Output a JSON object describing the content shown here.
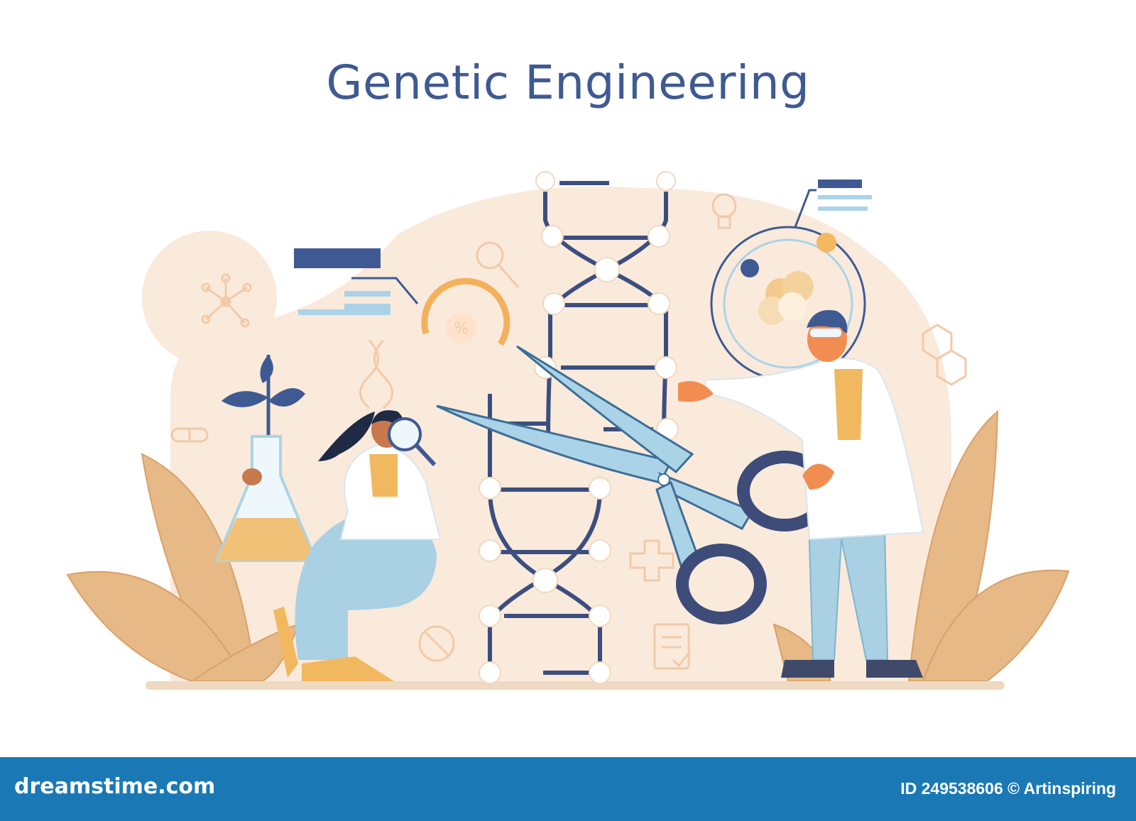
{
  "title": "Genetic Engineering",
  "footer": {
    "brand": "dreamstime.com",
    "id_label": "ID",
    "id_value": "249538606",
    "copyright_symbol": "©",
    "author": "Artinspiring"
  },
  "colors": {
    "title": "#3f5a93",
    "footer_bg": "#1a79b5",
    "blob": "#faeadb",
    "dna_strand": "#3c4e7f",
    "scissor_blade": "#aad3e8",
    "scissor_handle": "#3d4c79",
    "leaf": "#e6b986",
    "coat": "#ffffff",
    "pants": "#a9d0e3",
    "skin": "#f28d52",
    "accent_orange": "#f4b860"
  },
  "icons": [
    "flask-icon",
    "plant-icon",
    "magnifier-icon",
    "scissors-icon",
    "dna-icon",
    "atom-icon",
    "molecule-icon",
    "lightbulb-icon",
    "percent-icon",
    "medical-cross-icon",
    "clipboard-icon",
    "pill-icon",
    "hexagon-icon",
    "no-sign-icon"
  ]
}
